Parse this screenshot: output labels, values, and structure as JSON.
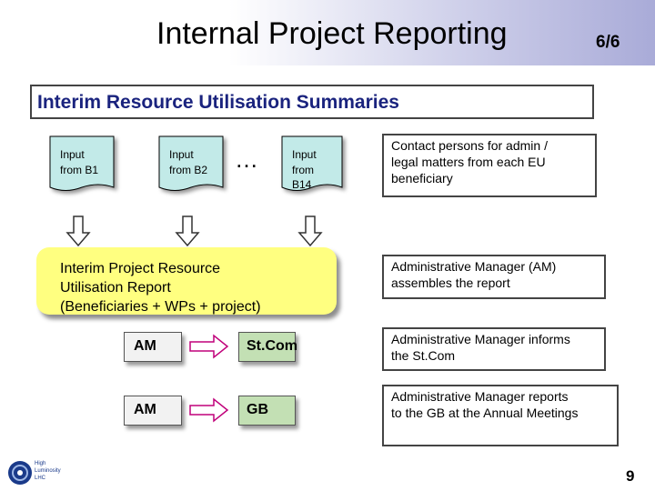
{
  "header": {
    "title": "Internal Project Reporting",
    "page_fraction": "6/6"
  },
  "summary_title": "Interim Resource Utilisation Summaries",
  "inputs": [
    {
      "line1": "Input",
      "line2": "from B1",
      "line3": ""
    },
    {
      "line1": "Input",
      "line2": "from B2",
      "line3": ""
    },
    {
      "line1": "Input",
      "line2": "from",
      "line3": "B14"
    }
  ],
  "ellipsis": "…",
  "report_box": {
    "line1": "Interim Project Resource",
    "line2": "Utilisation Report",
    "line3": "(Beneficiaries + WPs + project)"
  },
  "flows": [
    {
      "from": "AM",
      "to": "St.Com"
    },
    {
      "from": "AM",
      "to": "GB"
    }
  ],
  "notes": {
    "contacts": {
      "line1": "Contact persons for admin /",
      "line2": "legal matters from each EU",
      "line3": "beneficiary"
    },
    "assembles": {
      "line1": "Administrative Manager (AM)",
      "line2": "assembles the report"
    },
    "informs": {
      "line1": "Administrative Manager informs",
      "line2": "the St.Com"
    },
    "reports": {
      "line1": "Administrative Manager reports",
      "line2": "to the GB at the Annual Meetings"
    }
  },
  "logo": {
    "line1": "High",
    "line2": "Luminosity",
    "line3": "LHC"
  },
  "page_number": "9",
  "colors": {
    "title_blue": "#1a237e",
    "report_yellow": "#ffff80",
    "flow_green": "#c3e0b4",
    "arrow_magenta": "#c0007a",
    "doc_fill": "#c2eae8"
  }
}
